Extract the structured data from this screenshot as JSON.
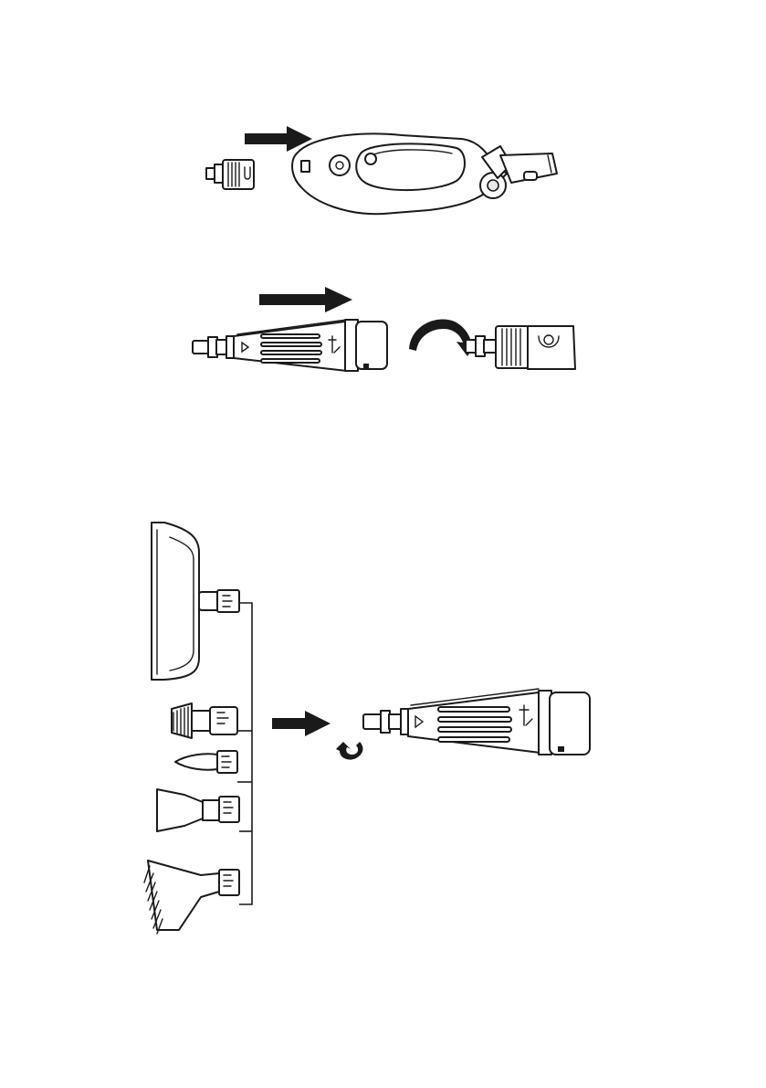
{
  "page": {
    "background": "#ffffff",
    "ink": "#1a1a1a"
  },
  "figures": [
    {
      "name": "adapter-to-handle-step",
      "components": [
        "adapter",
        "steam-handle"
      ],
      "arrow": "push-right"
    },
    {
      "name": "extension-nozzle-to-adapter-step",
      "components": [
        "extension-nozzle",
        "adapter"
      ],
      "arrow": "push-right",
      "rotation": "clockwise"
    },
    {
      "name": "accessory-attach-step",
      "components": [
        "large-floor-head",
        "round-brush",
        "jet-nozzle",
        "flat-scraper",
        "bristle-brush",
        "extension-nozzle"
      ],
      "arrow": "push-right",
      "rotation": "clockwise"
    }
  ],
  "icons": [
    "arrow-right-icon",
    "rotate-arrow-icon"
  ]
}
